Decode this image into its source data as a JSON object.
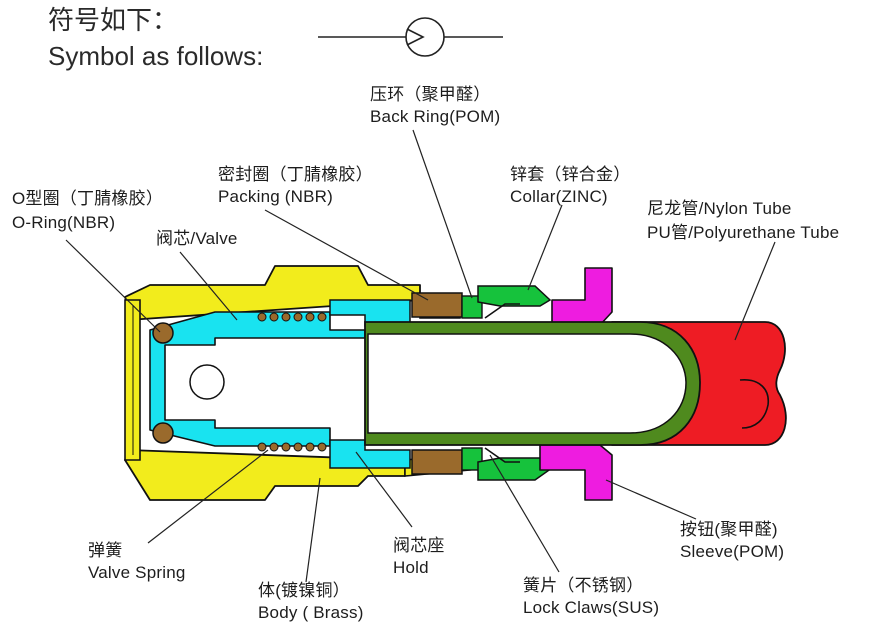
{
  "symbol": {
    "title_cn": "符号如下：",
    "title_en": "Symbol as follows:"
  },
  "labels": {
    "back_ring": {
      "cn": "压环（聚甲醛）",
      "en": "Back Ring(POM)"
    },
    "packing": {
      "cn": "密封圈（丁腈橡胶）",
      "en": "Packing (NBR)"
    },
    "collar": {
      "cn": "锌套（锌合金）",
      "en": "Collar(ZINC)"
    },
    "tube": {
      "line1": "尼龙管/Nylon Tube",
      "line2": "PU管/Polyurethane Tube"
    },
    "o_ring": {
      "cn": "O型圈（丁腈橡胶）",
      "en": "O-Ring(NBR)"
    },
    "valve": {
      "text": "阀芯/Valve"
    },
    "spring": {
      "cn": "弹簧",
      "en": "Valve Spring"
    },
    "body": {
      "cn": "体(镀镍铜）",
      "en": "Body ( Brass)"
    },
    "hold": {
      "cn": "阀芯座",
      "en": "Hold"
    },
    "lock_claws": {
      "cn": "簧片（不锈钢）",
      "en": "Lock Claws(SUS)"
    },
    "sleeve": {
      "cn": "按钮(聚甲醛)",
      "en": "Sleeve(POM)"
    }
  },
  "colors": {
    "body": "#f2ec1c",
    "valve": "#19e3f0",
    "packing": "#9a6a2c",
    "o_ring": "#9a6a2c",
    "collar": "#16c23c",
    "sleeve": "#ee1ce0",
    "tube_wall": "#4f8a1e",
    "tube_outer": "#ee1c24",
    "outline": "#111111"
  }
}
